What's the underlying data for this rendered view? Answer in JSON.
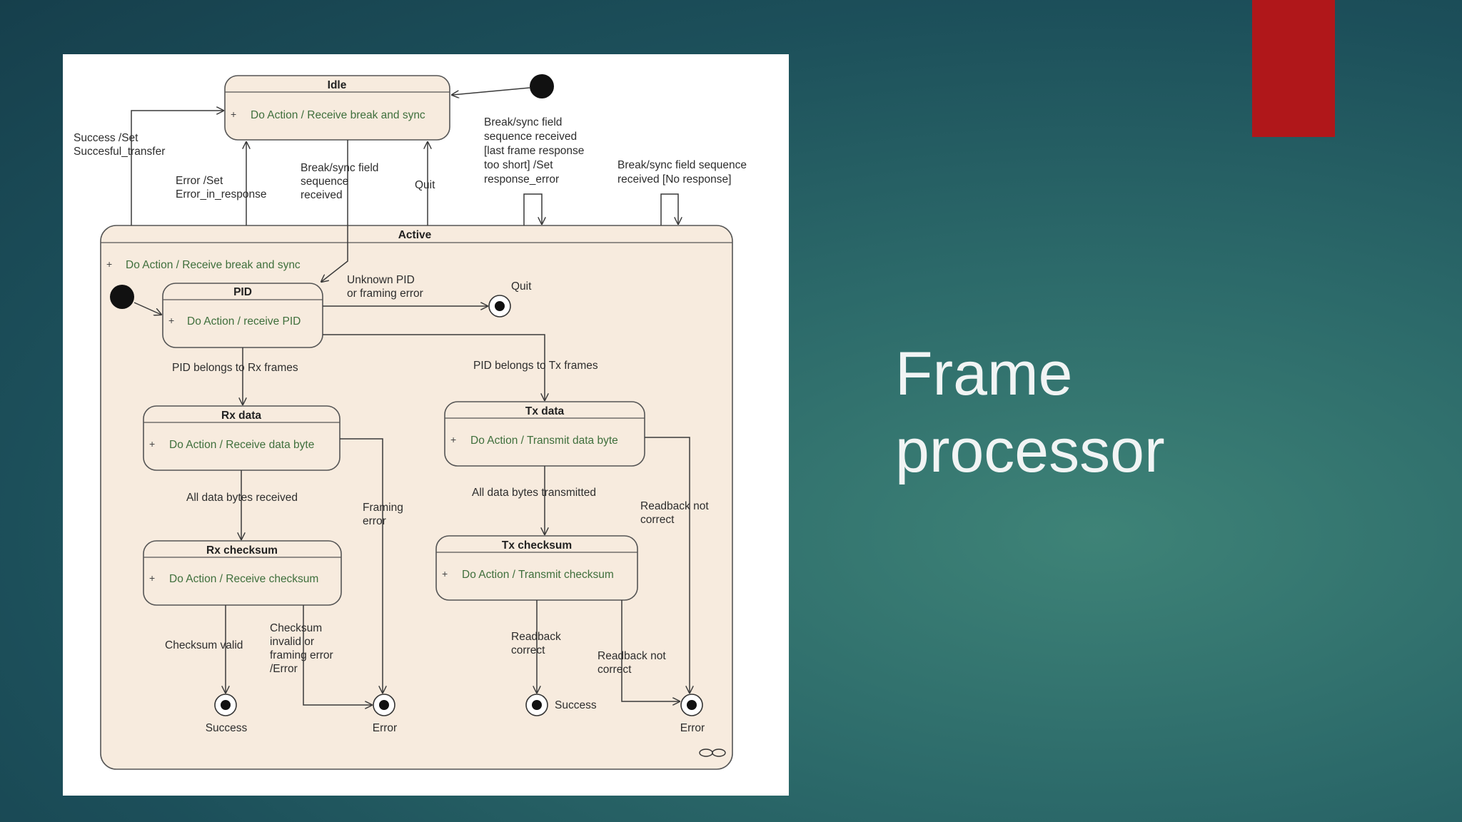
{
  "slide": {
    "title_line1": "Frame",
    "title_line2": "processor",
    "accent_color": "#b0171a"
  },
  "diagram": {
    "states": {
      "idle": {
        "title": "Idle",
        "action": "Do Action / Receive break and sync"
      },
      "active": {
        "title": "Active",
        "action": "Do Action / Receive break and sync"
      },
      "pid": {
        "title": "PID",
        "action": "Do Action / receive PID"
      },
      "rx_data": {
        "title": "Rx data",
        "action": "Do Action / Receive data byte"
      },
      "tx_data": {
        "title": "Tx data",
        "action": "Do Action / Transmit data byte"
      },
      "rx_checksum": {
        "title": "Rx checksum",
        "action": "Do Action / Receive checksum"
      },
      "tx_checksum": {
        "title": "Tx checksum",
        "action": "Do Action / Transmit checksum"
      }
    },
    "plus_sign": "+",
    "transitions": {
      "success_set": [
        "Success /Set",
        "Succesful_transfer"
      ],
      "error_set": [
        "Error /Set",
        "Error_in_response"
      ],
      "breaksync_received": [
        "Break/sync field",
        "sequence",
        "received"
      ],
      "quit_top": "Quit",
      "breaksync_short": [
        "Break/sync field",
        "sequence received",
        "[last frame response",
        "too short] /Set",
        "response_error"
      ],
      "breaksync_noresp": [
        "Break/sync field sequence",
        "received [No response]"
      ],
      "unknown_pid": [
        "Unknown PID",
        "or framing error"
      ],
      "quit_inner": "Quit",
      "pid_rx": "PID belongs to Rx frames",
      "pid_tx": "PID belongs to Tx frames",
      "all_rx": "All data bytes received",
      "all_tx": "All data bytes transmitted",
      "framing_error": [
        "Framing",
        "error"
      ],
      "readback_not_correct_1": [
        "Readback not",
        "correct"
      ],
      "checksum_valid": "Checksum valid",
      "checksum_invalid": [
        "Checksum",
        "invalid or",
        "framing error",
        "/Error"
      ],
      "readback_correct": [
        "Readback",
        "correct"
      ],
      "readback_not_correct_2": [
        "Readback not",
        "correct"
      ]
    },
    "finals": {
      "success_rx": "Success",
      "error_rx": "Error",
      "success_tx": "Success",
      "error_tx": "Error"
    }
  }
}
